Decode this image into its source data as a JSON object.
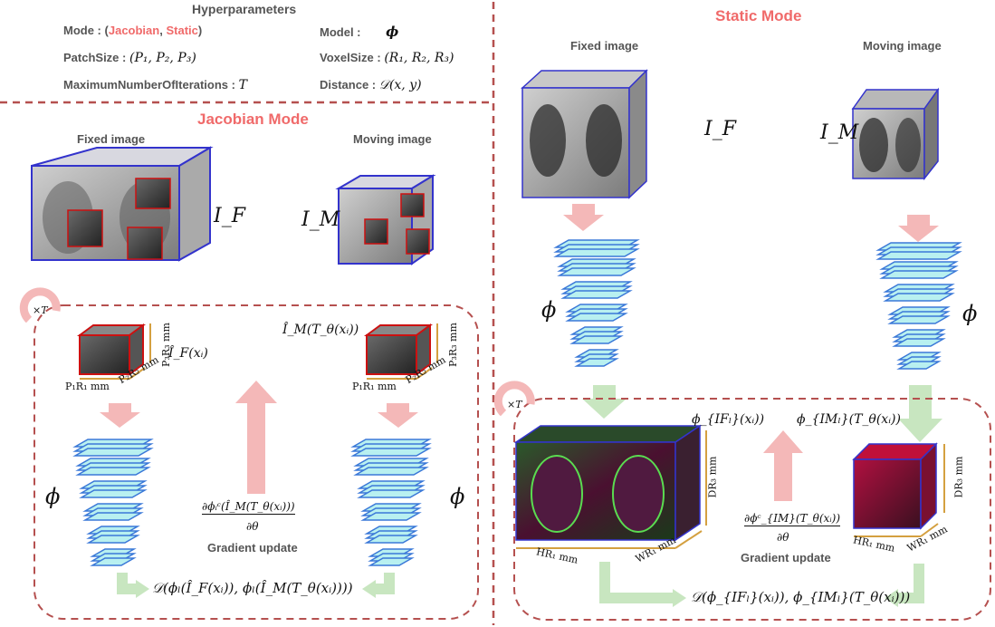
{
  "hyper": {
    "title": "Hyperparameters",
    "mode_key": "Mode :",
    "mode_open": "(",
    "mode_jacobian": "Jacobian",
    "mode_sep": ",",
    "mode_static": "Static",
    "mode_close": ")",
    "model_key": "Model :",
    "model_val": "ϕ",
    "patch_key": "PatchSize :",
    "patch_val": "(P₁, P₂, P₃)",
    "voxel_key": "VoxelSize :",
    "voxel_val": "(R₁, R₂, R₃)",
    "iter_key": "MaximumNumberOfIterations :",
    "iter_val": "T",
    "dist_key": "Distance :",
    "dist_val": "𝒟(x, y)"
  },
  "jacobian": {
    "title": "Jacobian Mode",
    "fixed_label": "Fixed image",
    "moving_label": "Moving image",
    "IF": "I_F",
    "IM": "I_M",
    "iter": "×T",
    "patch_f": "Î_F(xᵢ)",
    "patch_m": "Î_M(T_θ(xᵢ))",
    "dim_p1": "P₁R₁ mm",
    "dim_p2": "P₂R₂ mm",
    "dim_p3": "P₃R₃ mm",
    "phi_left": "ϕ",
    "phi_right": "ϕ",
    "grad_frac_top": "∂ϕᵢᶜ(Î_M(T_θ(xᵢ)))",
    "grad_frac_bottom": "∂θ",
    "grad_label": "Gradient update",
    "distance": "𝒟(ϕₗ(Î_F(xᵢ)), ϕₗ(Î_M(T_θ(xᵢ))))"
  },
  "static": {
    "title": "Static Mode",
    "fixed_label": "Fixed image",
    "moving_label": "Moving image",
    "IF": "I_F",
    "IM": "I_M",
    "iter": "×T",
    "phi_left": "ϕ",
    "phi_right": "ϕ",
    "feat_f": "ϕ_{IFₗ}(xᵢ))",
    "feat_m": "ϕ_{IMₗ}(T_θ(xᵢ))",
    "dim_h": "HR₁ mm",
    "dim_w": "WR₁ mm",
    "dim_d": "DR₃ mm",
    "grad_frac_top": "∂ϕᶜ_{IM}(T_θ(xᵢ))",
    "grad_frac_bottom": "∂θ",
    "grad_label": "Gradient update",
    "distance": "𝒟(ϕ_{IFₗ}(xᵢ)), ϕ_{IMₗ}(T_θ(xᵢ)))"
  },
  "colors": {
    "accent": "#f06a6a",
    "dash": "#b5504f",
    "cube_blue": "#3333cc",
    "cube_red": "#cc1111",
    "layer_fill": "#b8f0f0",
    "layer_edge": "#3a78d8",
    "arrow_pink": "#f4b8b8",
    "arrow_green": "#c8e6c0",
    "dim_gold": "#d4a040"
  }
}
